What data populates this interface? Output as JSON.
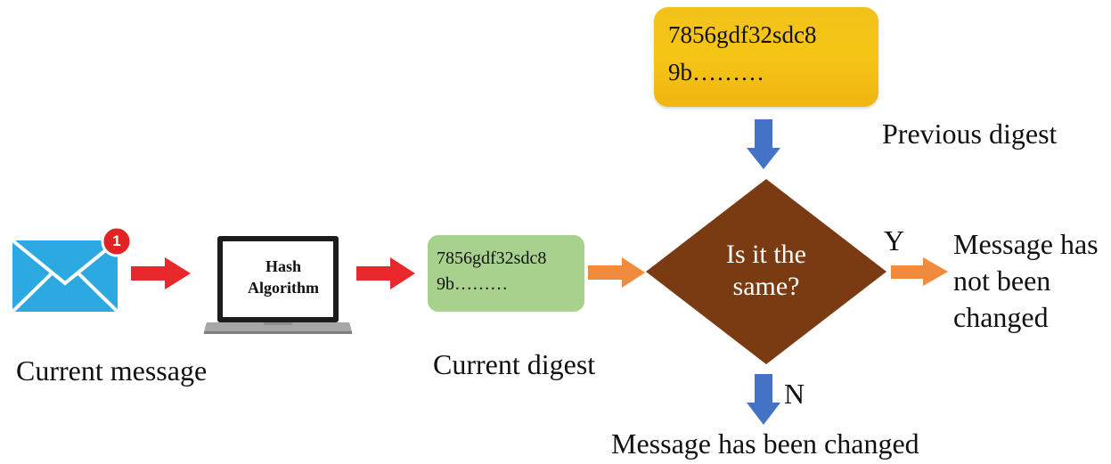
{
  "current_message": {
    "label": "Current message",
    "badge": "1",
    "icon": "envelope-icon",
    "envelope_color": "#2da9e1",
    "badge_color": "#e02424"
  },
  "hash_algorithm": {
    "line1": "Hash",
    "line2": "Algorithm",
    "icon": "laptop-icon"
  },
  "current_digest": {
    "line1": "7856gdf32sdc8",
    "line2": "9b………",
    "label": "Current digest",
    "color": "#a9d18e"
  },
  "previous_digest": {
    "line1": "7856gdf32sdc8",
    "line2": "9b………",
    "label": "Previous digest",
    "color": "#f5c516"
  },
  "decision": {
    "line1": "Is it the",
    "line2": "same?",
    "color": "#7a3b12"
  },
  "branches": {
    "yes_label": "Y",
    "no_label": "N",
    "yes_result_line1": "Message has",
    "yes_result_line2": "not been",
    "yes_result_line3": "changed",
    "no_result": "Message has been changed"
  },
  "arrow_colors": {
    "red": "#e8282a",
    "orange": "#f08a3c",
    "blue": "#4472c4"
  }
}
